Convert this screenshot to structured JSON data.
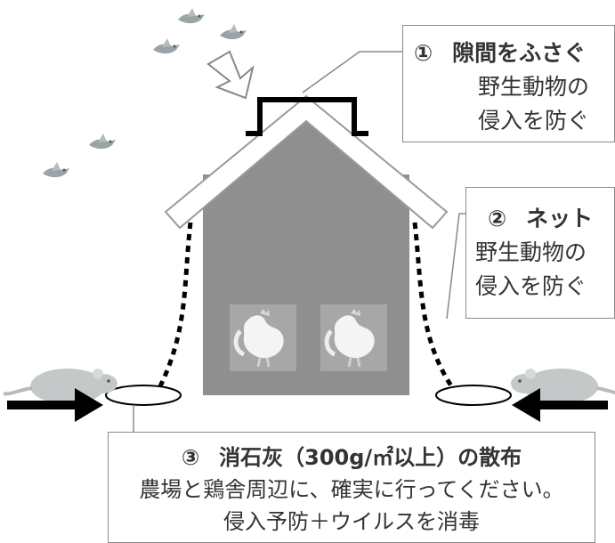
{
  "colors": {
    "house_wall": "#8f8f8f",
    "roof": "#ffffff",
    "arrow": "#000000",
    "bird": "#9aa3a6",
    "rat": "#c4c8c9"
  },
  "callouts": {
    "gaps": {
      "number": "①",
      "title": "隙間をふさぐ",
      "line1": "野生動物の",
      "line2": "侵入を防ぐ"
    },
    "net": {
      "number": "②",
      "title": "ネット",
      "line1": "野生動物の",
      "line2": "侵入を防ぐ"
    },
    "lime": {
      "number": "③",
      "title": "消石灰（300g/㎡以上）の散布",
      "line1": "農場と鶏舎周辺に、確実に行ってください。",
      "line2": "侵入予防＋ウイルスを消毒"
    }
  },
  "icons": [
    "bird-icon",
    "rat-icon",
    "chicken-icon",
    "arrow-icon"
  ]
}
